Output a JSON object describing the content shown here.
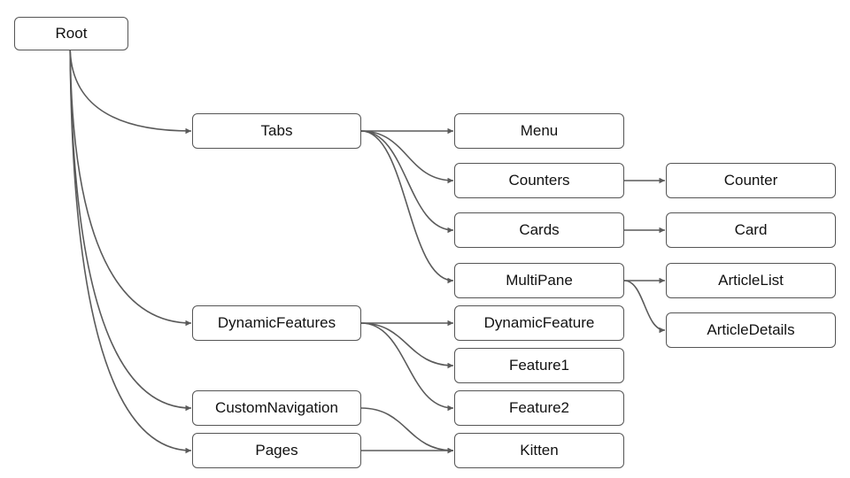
{
  "colors": {
    "edge": "#5a5a5a",
    "node_border": "#555555",
    "node_fill": "#ffffff",
    "text": "#111111"
  },
  "nodes": {
    "root": "Root",
    "tabs": "Tabs",
    "dynamic_features": "DynamicFeatures",
    "custom_navigation": "CustomNavigation",
    "pages": "Pages",
    "menu": "Menu",
    "counters": "Counters",
    "cards": "Cards",
    "multi_pane": "MultiPane",
    "dynamic_feature": "DynamicFeature",
    "feature1": "Feature1",
    "feature2": "Feature2",
    "kitten": "Kitten",
    "counter": "Counter",
    "card": "Card",
    "article_list": "ArticleList",
    "article_details": "ArticleDetails"
  },
  "edges": [
    {
      "from": "root",
      "to": "tabs"
    },
    {
      "from": "root",
      "to": "dynamic_features"
    },
    {
      "from": "root",
      "to": "custom_navigation"
    },
    {
      "from": "root",
      "to": "pages"
    },
    {
      "from": "tabs",
      "to": "menu"
    },
    {
      "from": "tabs",
      "to": "counters"
    },
    {
      "from": "tabs",
      "to": "cards"
    },
    {
      "from": "tabs",
      "to": "multi_pane"
    },
    {
      "from": "counters",
      "to": "counter"
    },
    {
      "from": "cards",
      "to": "card"
    },
    {
      "from": "multi_pane",
      "to": "article_list"
    },
    {
      "from": "multi_pane",
      "to": "article_details"
    },
    {
      "from": "dynamic_features",
      "to": "dynamic_feature"
    },
    {
      "from": "dynamic_features",
      "to": "feature1"
    },
    {
      "from": "dynamic_features",
      "to": "feature2"
    },
    {
      "from": "custom_navigation",
      "to": "kitten"
    },
    {
      "from": "pages",
      "to": "kitten"
    }
  ]
}
